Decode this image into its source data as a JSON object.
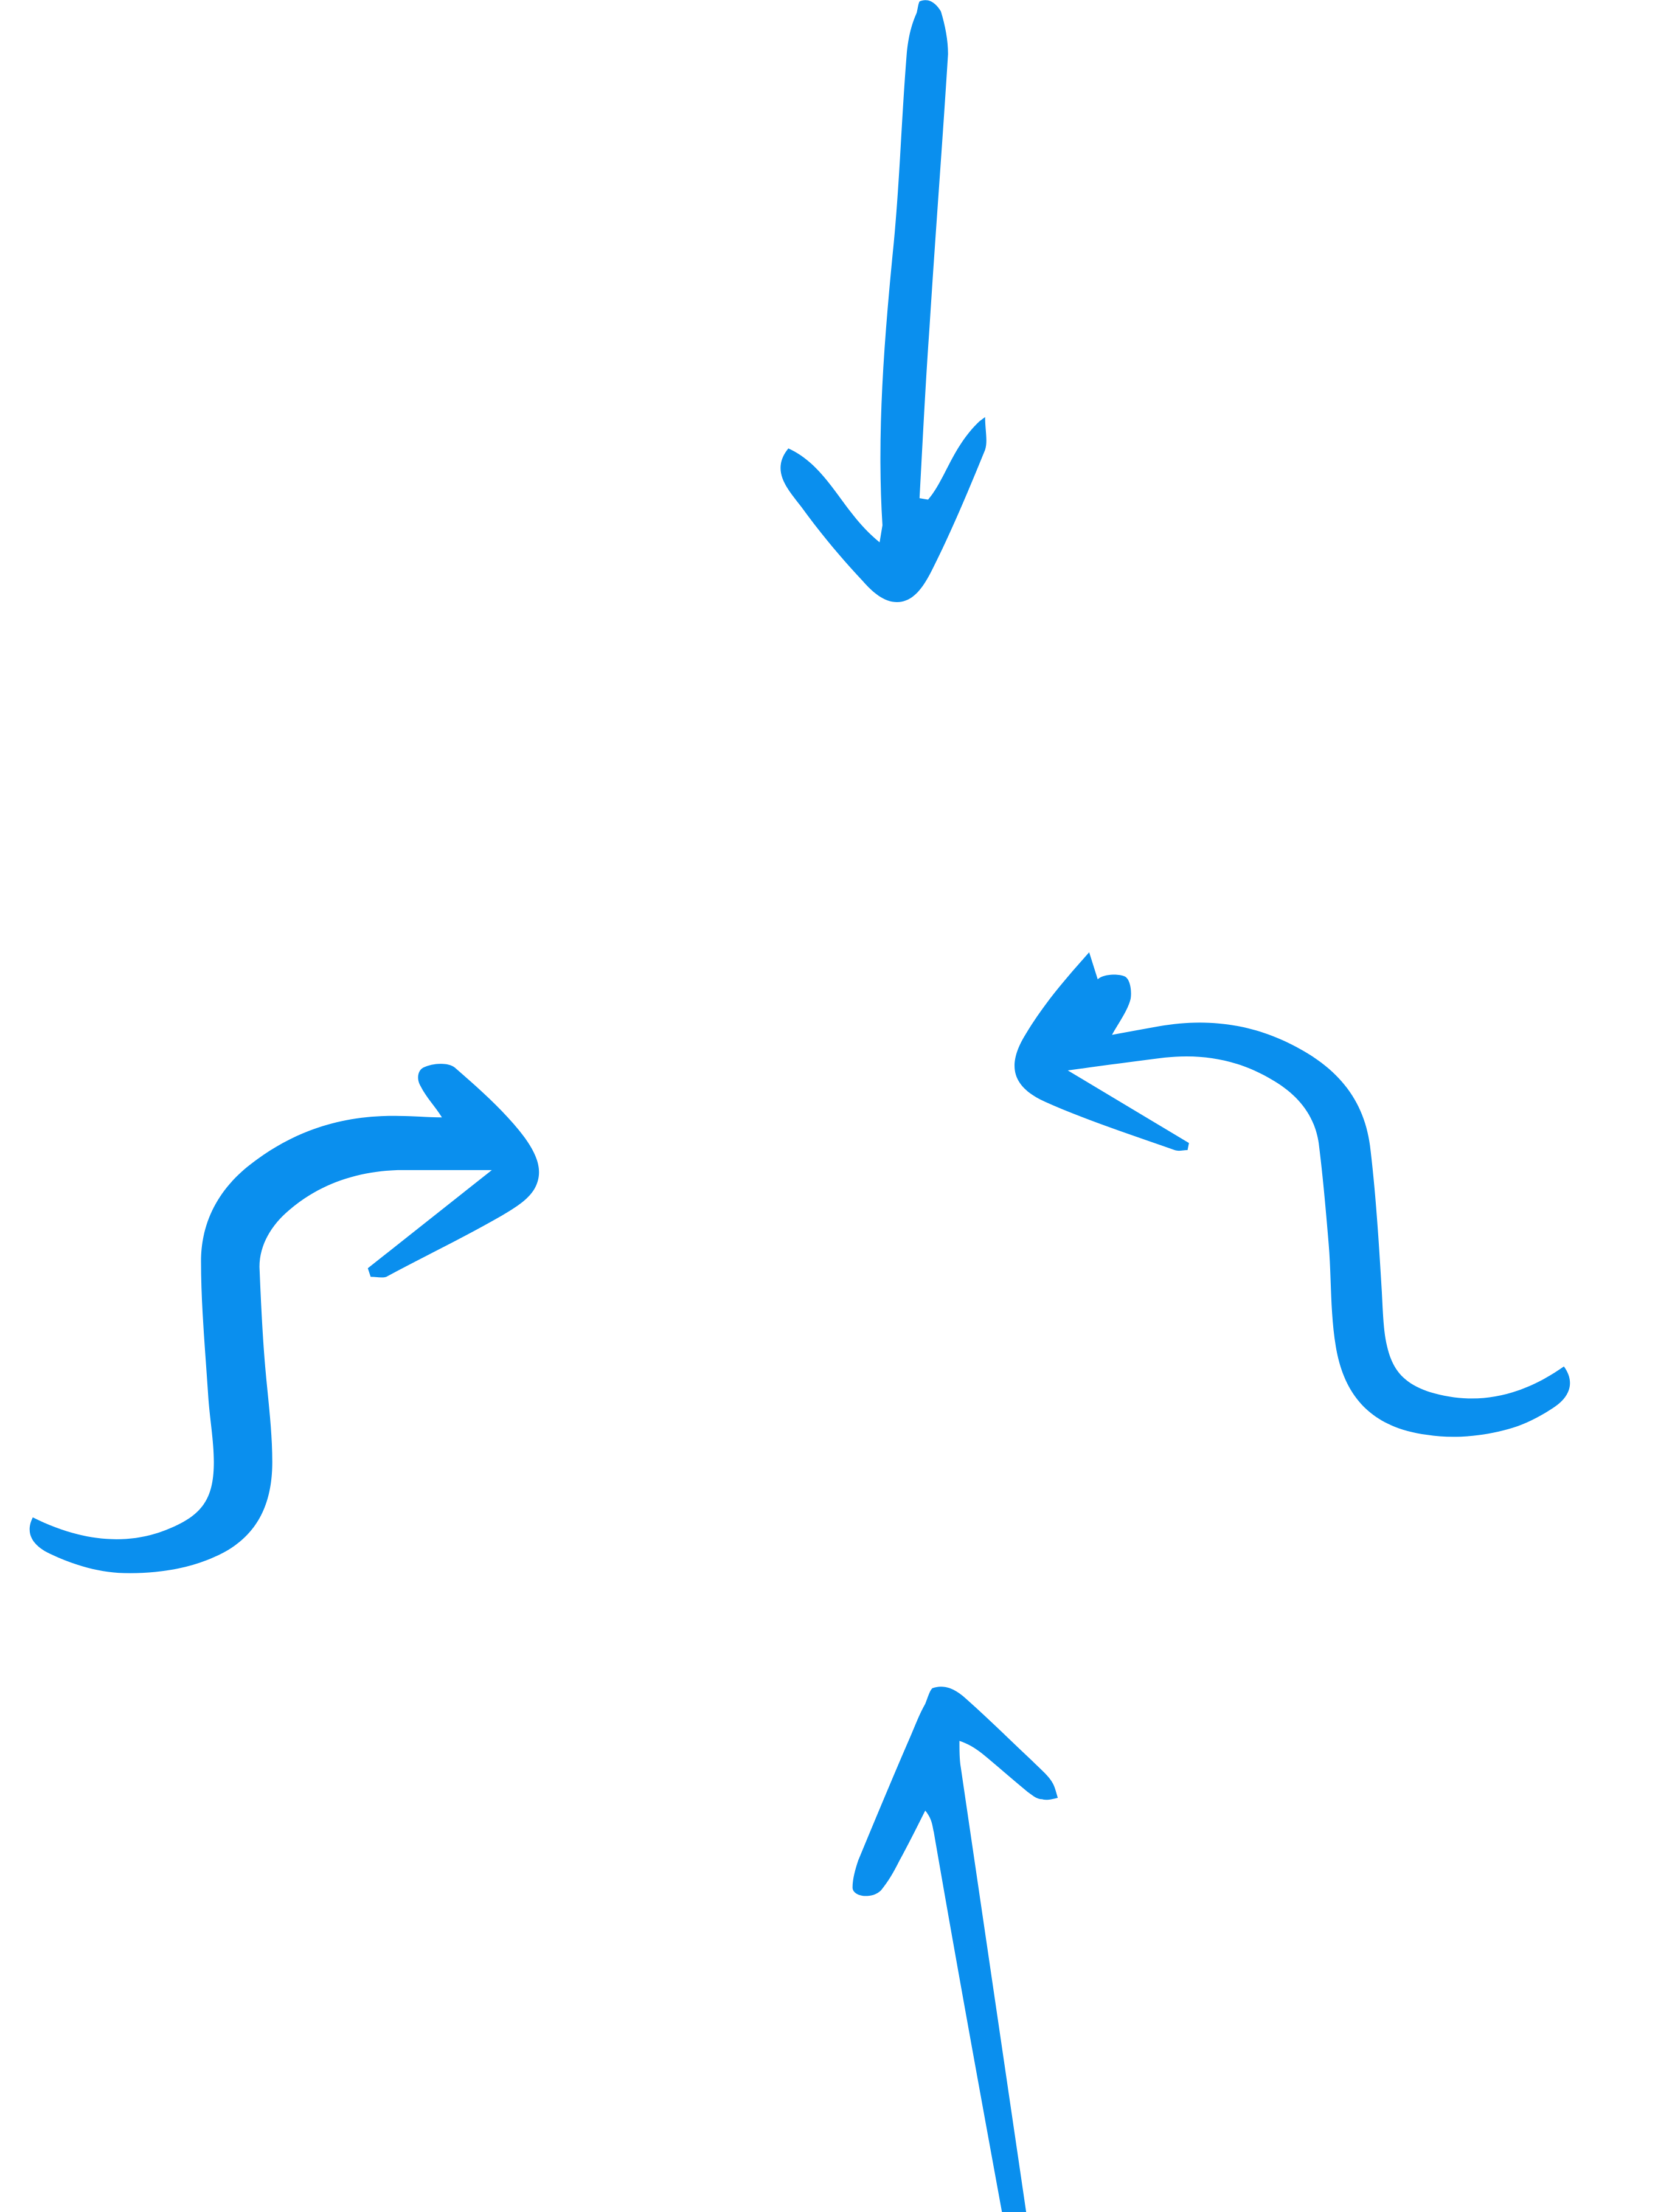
{
  "canvas": {
    "background": "#ffffff"
  },
  "arrows": {
    "color": "#0a8fee",
    "items": [
      {
        "id": "top",
        "icon": "arrow-down-icon",
        "direction": "down"
      },
      {
        "id": "left",
        "icon": "curved-arrow-right-icon",
        "direction": "right"
      },
      {
        "id": "right",
        "icon": "curved-arrow-left-icon",
        "direction": "left"
      },
      {
        "id": "bottom",
        "icon": "arrow-up-icon",
        "direction": "up"
      }
    ]
  }
}
